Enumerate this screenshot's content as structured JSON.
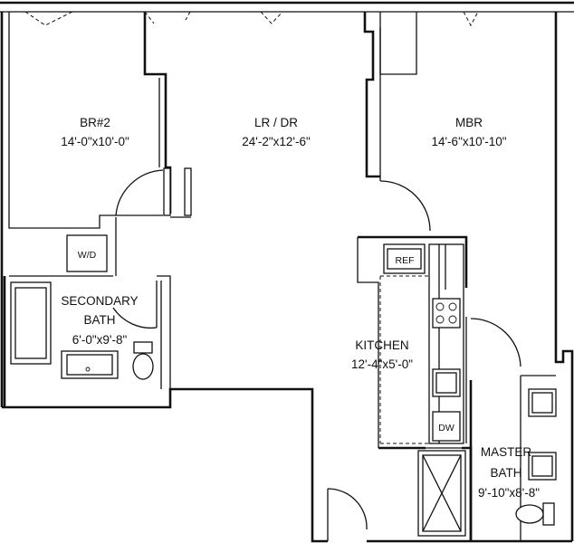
{
  "rooms": {
    "br2": {
      "name": "BR#2",
      "dims": "14'-0\"x10'-0\""
    },
    "lr": {
      "name": "LR / DR",
      "dims": "24'-2\"x12'-6\""
    },
    "mbr": {
      "name": "MBR",
      "dims": "14'-6\"x10'-10\""
    },
    "secondary_bath": {
      "name_line1": "SECONDARY",
      "name_line2": "BATH",
      "dims": "6'-0\"x9'-8\""
    },
    "kitchen": {
      "name": "KITCHEN",
      "dims": "12'-4\"x5'-0\""
    },
    "master_bath": {
      "name_line1": "MASTER",
      "name_line2": "BATH",
      "dims": "9'-10\"x8'-8\""
    }
  },
  "fixtures": {
    "washer_dryer": "W/D",
    "refrigerator": "REF",
    "dishwasher": "DW"
  },
  "colors": {
    "line": "#111111",
    "background": "#ffffff"
  }
}
